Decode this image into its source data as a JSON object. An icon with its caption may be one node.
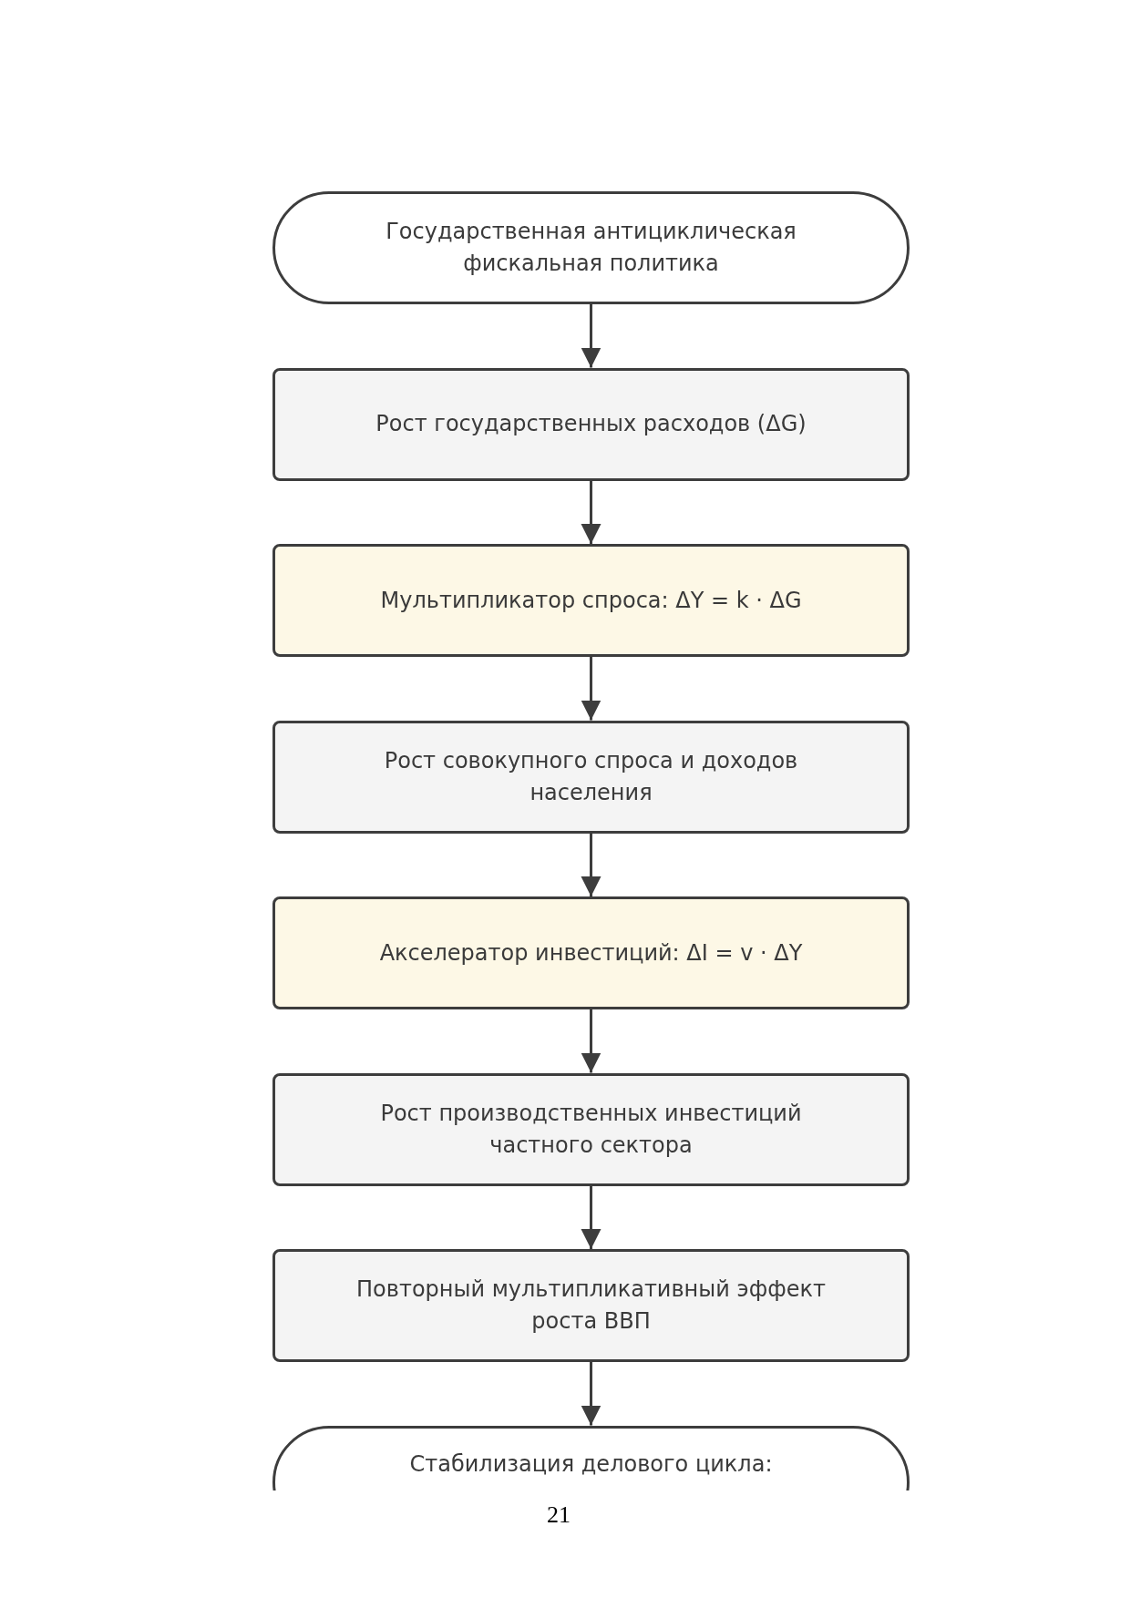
{
  "diagram": {
    "nodes": [
      {
        "text": [
          "Государственная антициклическая фискальная политика"
        ]
      },
      {
        "text": [
          "Рост государственных расходов (ΔG)"
        ]
      },
      {
        "text": [
          "Мультипликатор спроса: ΔY = k · ΔG"
        ]
      },
      {
        "text": [
          "Рост совокупного спроса и доходов населения"
        ]
      },
      {
        "text": [
          "Акселератор инвестиций: ΔI = v · ΔY"
        ]
      },
      {
        "text": [
          "Рост производственных инвестиций частного сектора"
        ]
      },
      {
        "text": [
          "Повторный мультипликативный эффект роста ВВП"
        ]
      },
      {
        "text": [
          "Стабилизация делового цикла:"
        ]
      }
    ],
    "edges": [
      {
        "from": 0,
        "to": 1,
        "arrow": "to"
      },
      {
        "from": 1,
        "to": 2,
        "arrow": "to"
      },
      {
        "from": 2,
        "to": 3,
        "arrow": "to"
      },
      {
        "from": 3,
        "to": 4,
        "arrow": "to"
      },
      {
        "from": 4,
        "to": 5,
        "arrow": "to"
      },
      {
        "from": 5,
        "to": 6,
        "arrow": "to"
      },
      {
        "from": 6,
        "to": 7,
        "arrow": "to"
      }
    ],
    "labels": [
      "21"
    ]
  }
}
